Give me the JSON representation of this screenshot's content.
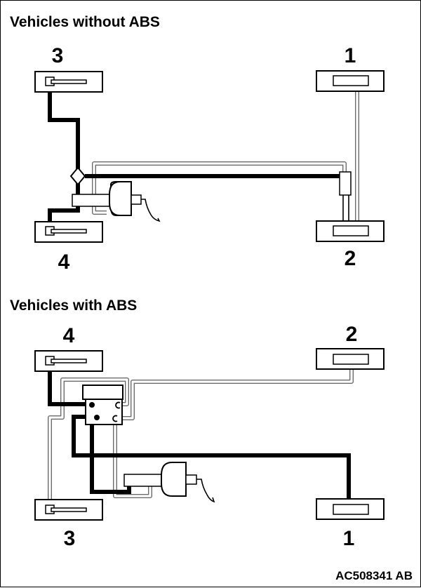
{
  "diagrams": [
    {
      "title": "Vehicles without ABS",
      "wheels": {
        "front_left": "3",
        "front_right": "1",
        "rear_left": "4",
        "rear_right": "2"
      },
      "components": [
        "master-cylinder",
        "brake-booster",
        "proportioning-valve",
        "three-way-joint"
      ]
    },
    {
      "title": "Vehicles with ABS",
      "wheels": {
        "front_left": "4",
        "front_right": "2",
        "rear_left": "3",
        "rear_right": "1"
      },
      "components": [
        "abs-hydraulic-unit",
        "master-cylinder",
        "brake-booster"
      ]
    }
  ],
  "line_styles": {
    "primary_circuit": "#000000",
    "secondary_circuit": "#6b6b6b"
  },
  "figure_code": "AC508341 AB"
}
